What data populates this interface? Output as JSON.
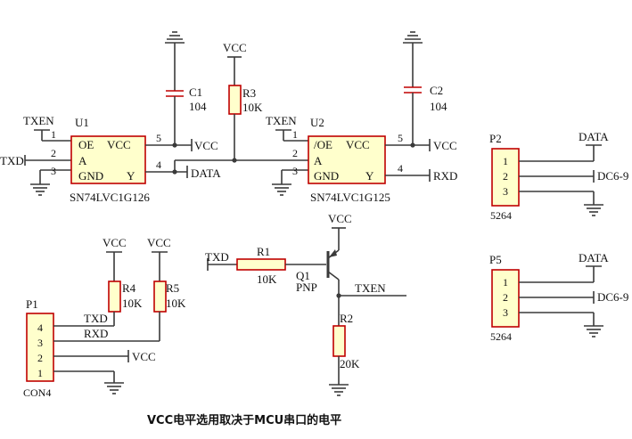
{
  "power": {
    "vcc": "VCC"
  },
  "nets": {
    "txen": "TXEN",
    "txd": "TXD",
    "rxd": "RXD",
    "data": "DATA",
    "dc": "DC6-9"
  },
  "pins": {
    "p1": "1",
    "p2": "2",
    "p3": "3",
    "p4": "4",
    "p5": "5"
  },
  "u1": {
    "ref": "U1",
    "part": "SN74LVC1G126",
    "oe": "OE",
    "vcc": "VCC",
    "a": "A",
    "gnd": "GND",
    "y": "Y"
  },
  "u2": {
    "ref": "U2",
    "part": "SN74LVC1G125",
    "oe": "/OE",
    "vcc": "VCC",
    "a": "A",
    "gnd": "GND",
    "y": "Y"
  },
  "c1": {
    "ref": "C1",
    "value": "104"
  },
  "c2": {
    "ref": "C2",
    "value": "104"
  },
  "r1": {
    "ref": "R1",
    "value": "10K"
  },
  "r2": {
    "ref": "R2",
    "value": "20K"
  },
  "r3": {
    "ref": "R3",
    "value": "10K"
  },
  "r4": {
    "ref": "R4",
    "value": "10K"
  },
  "r5": {
    "ref": "R5",
    "value": "10K"
  },
  "q1": {
    "ref": "Q1",
    "type": "PNP"
  },
  "p1": {
    "ref": "P1",
    "part": "CON4"
  },
  "p2": {
    "ref": "P2",
    "part": "5264"
  },
  "p5": {
    "ref": "P5",
    "part": "5264"
  },
  "caption": "VCC电平选用取决于MCU串口的电平"
}
